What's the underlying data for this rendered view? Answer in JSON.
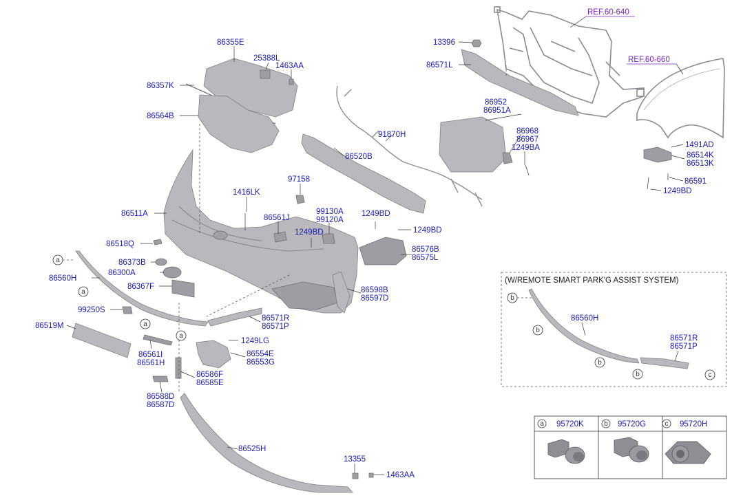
{
  "refs": {
    "frame": "REF.60-640",
    "fender": "REF.60-660"
  },
  "labels": {
    "p13396": "13396",
    "p86571L": "86571L",
    "p86355E": "86355E",
    "p25388L": "25388L",
    "p1463AA_top": "1463AA",
    "p86357K": "86357K",
    "p86564B": "86564B",
    "p86952": "86952",
    "p86951A": "86951A",
    "p86968": "86968",
    "p86967": "86967",
    "p1249BA": "1249BA",
    "p91870H": "91870H",
    "p86520B": "86520B",
    "p1491AD": "1491AD",
    "p86514K": "86514K",
    "p86513K": "86513K",
    "p86591": "86591",
    "p1249BD_r": "1249BD",
    "p97158": "97158",
    "p1416LK": "1416LK",
    "p86511A": "86511A",
    "p86561J": "86561J",
    "p99130A": "99130A",
    "p99120A": "99120A",
    "p1249BD_a": "1249BD",
    "p1249BD_b": "1249BD",
    "p1249BD_c": "1249BD",
    "p86518Q": "86518Q",
    "p86576B": "86576B",
    "p86575L": "86575L",
    "p86373B": "86373B",
    "p86300A": "86300A",
    "p86560H": "86560H",
    "p86367F": "86367F",
    "p86598B": "86598B",
    "p86597D": "86597D",
    "p99250S": "99250S",
    "p86519M": "86519M",
    "p86571R": "86571R",
    "p86571P": "86571P",
    "p86561I": "86561I",
    "p86561H": "86561H",
    "p1249LG": "1249LG",
    "p86554E": "86554E",
    "p86553G": "86553G",
    "p86586F": "86586F",
    "p86585E": "86585E",
    "p86588D": "86588D",
    "p86587D": "86587D",
    "p86525H": "86525H",
    "p13355": "13355",
    "p1463AA_bot": "1463AA"
  },
  "callouts": {
    "a": "a",
    "b": "b",
    "c": "c"
  },
  "inset": {
    "title": "(W/REMOTE SMART PARK'G ASSIST SYSTEM)",
    "p86560H": "86560H",
    "p86571R": "86571R",
    "p86571P": "86571P"
  },
  "legend": [
    {
      "key": "a",
      "part": "95720K"
    },
    {
      "key": "b",
      "part": "95720G"
    },
    {
      "key": "c",
      "part": "95720H"
    }
  ],
  "colors": {
    "label": "#1a1ab8",
    "ref": "#7b23c0",
    "part": "#b9b9bd"
  }
}
